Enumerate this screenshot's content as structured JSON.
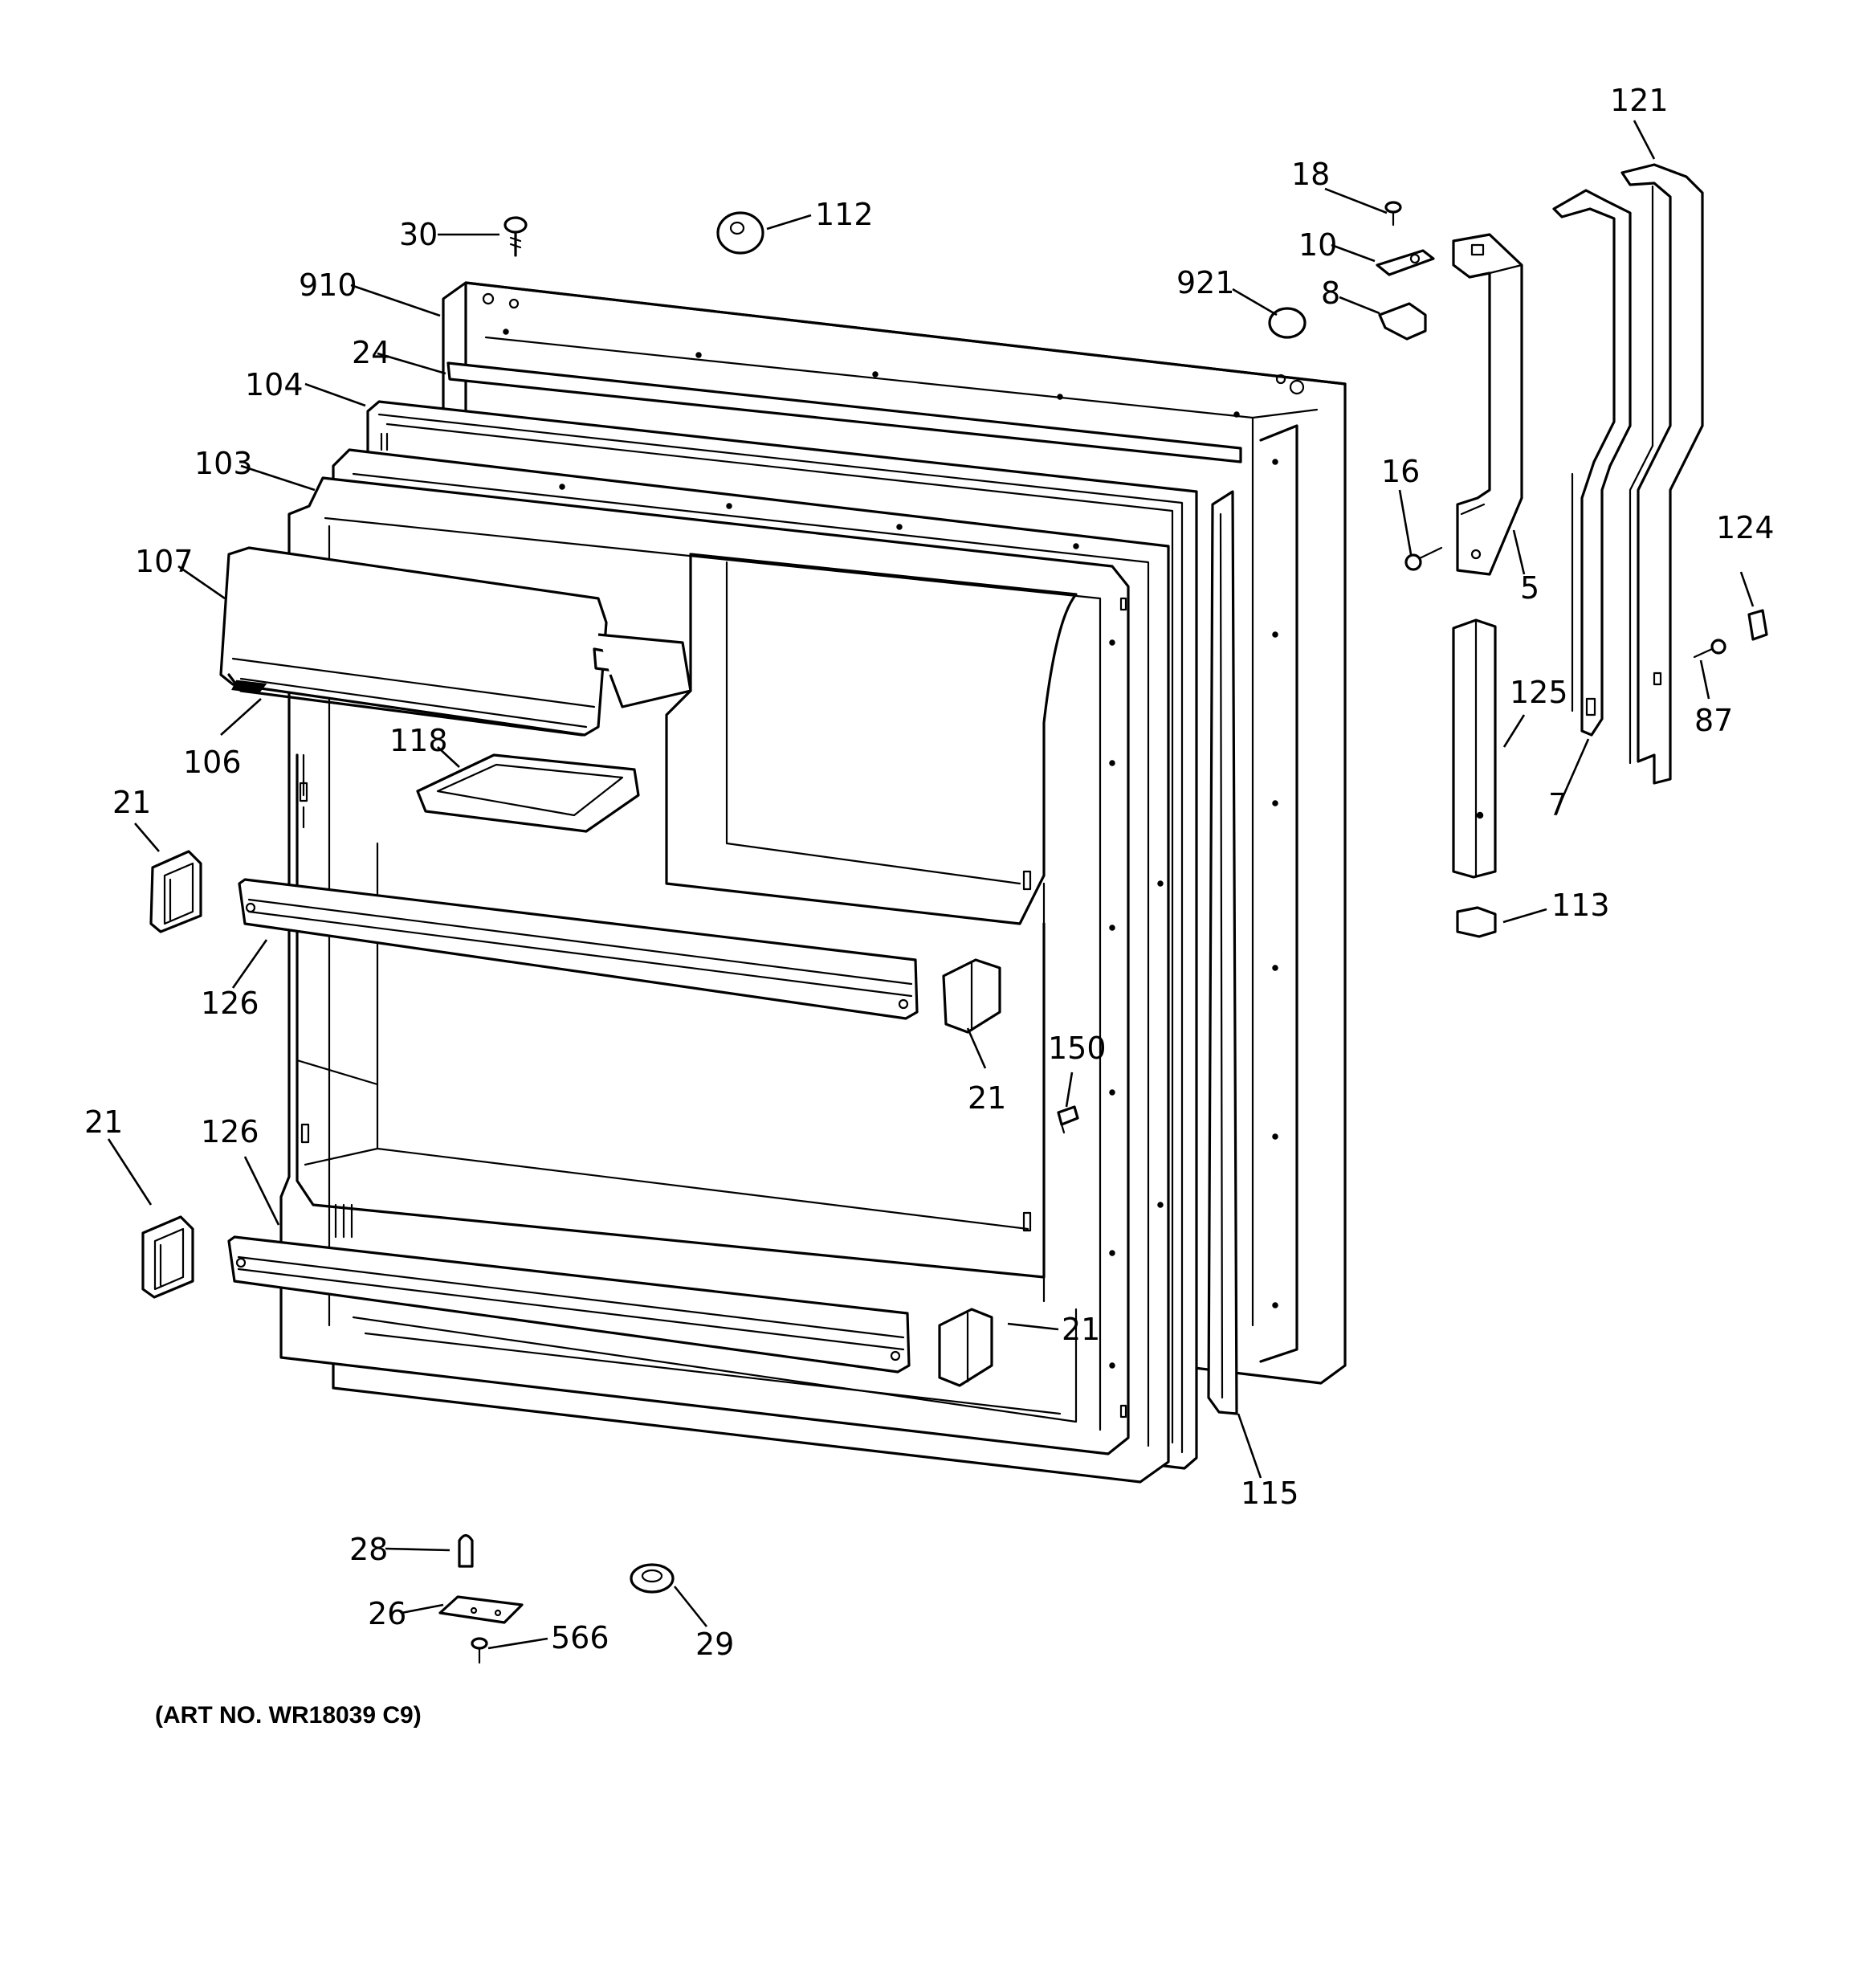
{
  "art_number": "(ART NO. WR18039 C9)",
  "callouts": {
    "p30": "30",
    "p112": "112",
    "p910": "910",
    "p24": "24",
    "p104": "104",
    "p103": "103",
    "p107": "107",
    "p106": "106",
    "p118": "118",
    "p21a": "21",
    "p21b": "21",
    "p21c": "21",
    "p21d": "21",
    "p126a": "126",
    "p126b": "126",
    "p150": "150",
    "p115": "115",
    "p28": "28",
    "p26": "26",
    "p566": "566",
    "p29": "29",
    "p921": "921",
    "p18": "18",
    "p10": "10",
    "p8": "8",
    "p16": "16",
    "p5": "5",
    "p121": "121",
    "p124": "124",
    "p125": "125",
    "p7": "7",
    "p87": "87",
    "p113": "113"
  }
}
